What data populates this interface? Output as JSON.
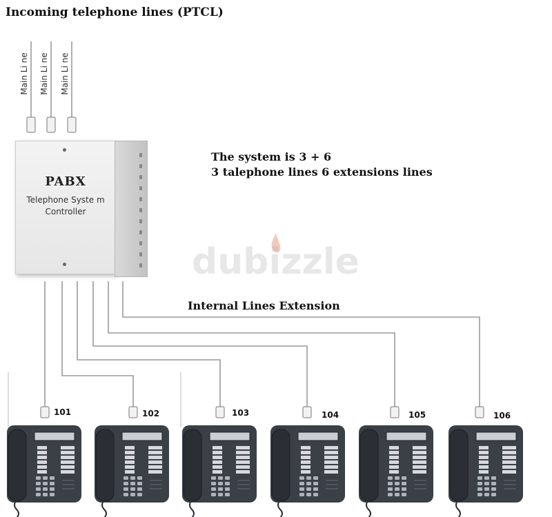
{
  "title": "Incoming telephone lines (PTCL)",
  "main_lines": [
    {
      "label": "Main Li ne"
    },
    {
      "label": "Main Li ne"
    },
    {
      "label": "Main Li ne"
    }
  ],
  "pabx": {
    "title": "PABX",
    "subtitle_line1": "Telephone Syste m",
    "subtitle_line2": "Controller"
  },
  "system_info": {
    "line1": "The system is 3 + 6",
    "line2": "3 talephone lines 6 extensions lines"
  },
  "internal_heading": "Internal Lines Extension",
  "watermark": "dubizzle",
  "extensions": [
    {
      "label": "101"
    },
    {
      "label": "102"
    },
    {
      "label": "103"
    },
    {
      "label": "104"
    },
    {
      "label": "105"
    },
    {
      "label": "106"
    }
  ],
  "colors": {
    "wire": "#9a9a9a",
    "phone_body": "#3b3f46",
    "watermark_accent": "#e0643c"
  }
}
